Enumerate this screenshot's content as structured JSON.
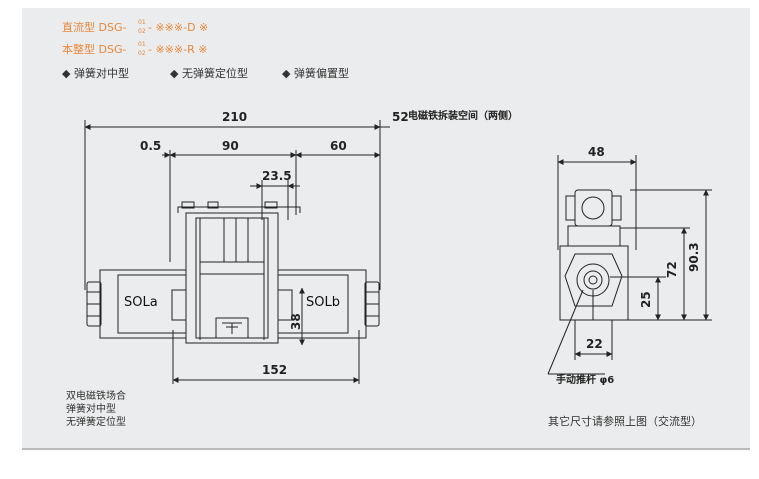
{
  "header": {
    "line1": {
      "prefix": "直流型",
      "model": "DSG-",
      "sup_top": "01",
      "sup_bottom": "02",
      "tail": "- ※※※-D ※"
    },
    "line2": {
      "prefix": "本整型",
      "model": "DSG-",
      "sup_top": "01",
      "sup_bottom": "02",
      "tail": "- ※※※-R ※"
    },
    "types": [
      "◆ 弹簧对中型",
      "◆ 无弹簧定位型",
      "◆ 弹簧偏置型"
    ]
  },
  "dimensions": {
    "overall_length": "210",
    "removal_space": "52",
    "removal_space_note": "电磁铁拆装空间（两侧）",
    "offset": "0.5",
    "center_width": "90",
    "right_span": "60",
    "port_offset": "23.5",
    "coil_height": "38",
    "base_length": "152",
    "side_width": "48",
    "height_72": "72",
    "height_total": "90.3",
    "height_25": "25",
    "width_22": "22"
  },
  "labels": {
    "sol_a": "SOLa",
    "sol_b": "SOLb",
    "manual_push": "手动推杆 φ6"
  },
  "notes": {
    "left": [
      "双电磁铁场合",
      "弹簧对中型",
      "无弹簧定位型"
    ],
    "right": "其它尺寸请参照上图（交流型）"
  }
}
